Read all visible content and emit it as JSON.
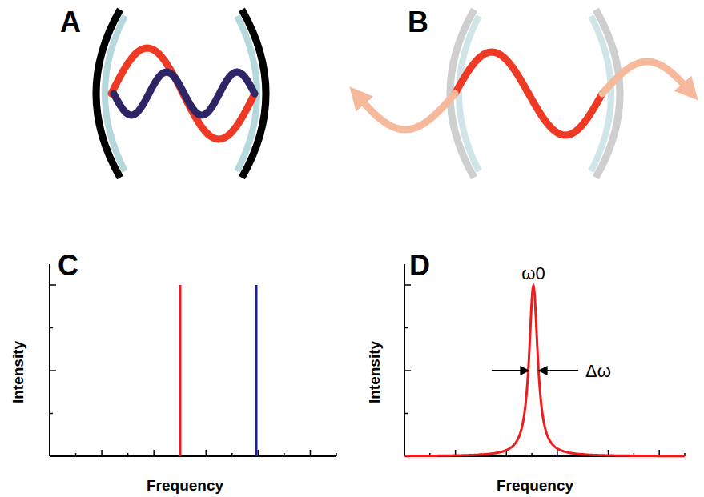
{
  "diagram": {
    "labels": [
      "A",
      "B",
      "C",
      "D",
      "Intensity",
      "Frequency",
      "Intensity",
      "Frequency",
      "ω0",
      "Δω"
    ]
  }
}
